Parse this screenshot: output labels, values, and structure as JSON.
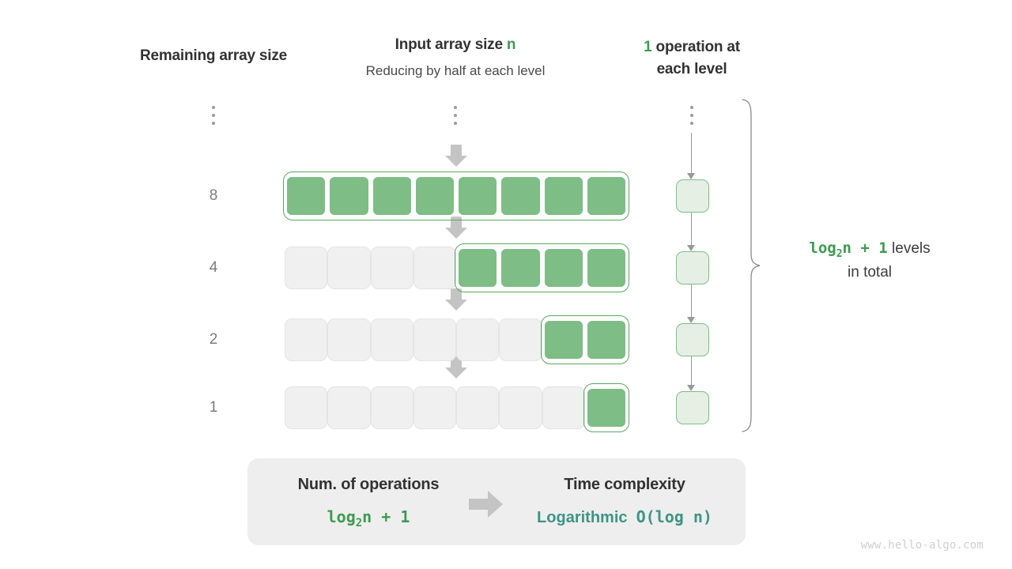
{
  "headers": {
    "left": "Remaining array size",
    "middle_title_prefix": "Input array size ",
    "middle_title_var": "n",
    "middle_subtitle": "Reducing by half at each level",
    "right_count": "1",
    "right_line1": " operation at",
    "right_line2": "each level"
  },
  "ellipsis": {
    "left": "vertical-ellipsis",
    "middle": "vertical-ellipsis",
    "right": "vertical-ellipsis"
  },
  "levels": [
    {
      "size_label": "8",
      "total_cells": 8,
      "filled_cells": 8,
      "op_count": 1
    },
    {
      "size_label": "4",
      "total_cells": 8,
      "filled_cells": 4,
      "op_count": 1
    },
    {
      "size_label": "2",
      "total_cells": 8,
      "filled_cells": 2,
      "op_count": 1
    },
    {
      "size_label": "1",
      "total_cells": 8,
      "filled_cells": 1,
      "op_count": 1
    }
  ],
  "brace_caption": {
    "formula_base": "log",
    "formula_sub": "2",
    "formula_rest": "n + 1",
    "line1_tail": "  levels",
    "line2": "in total"
  },
  "summary": {
    "left_title": "Num. of operations",
    "left_value_base": "log",
    "left_value_sub": "2",
    "left_value_rest": "n + 1",
    "arrow": "right-arrow",
    "right_title": "Time complexity",
    "right_value_word": "Logarithmic",
    "right_value_notation": "O(log n)"
  },
  "watermark": "www.hello-algo.com",
  "colors": {
    "green_fill": "#7EBD85",
    "green_border": "#5BA563",
    "green_accent_text": "#3E9B4F",
    "light_green_fill": "#E6EFE3",
    "teal_text": "#3D9484",
    "empty_cell": "#F0F0F0",
    "arrow_gray": "#C4C4C4",
    "panel_bg": "#EEEEEE",
    "label_gray": "#7C7C7C"
  }
}
